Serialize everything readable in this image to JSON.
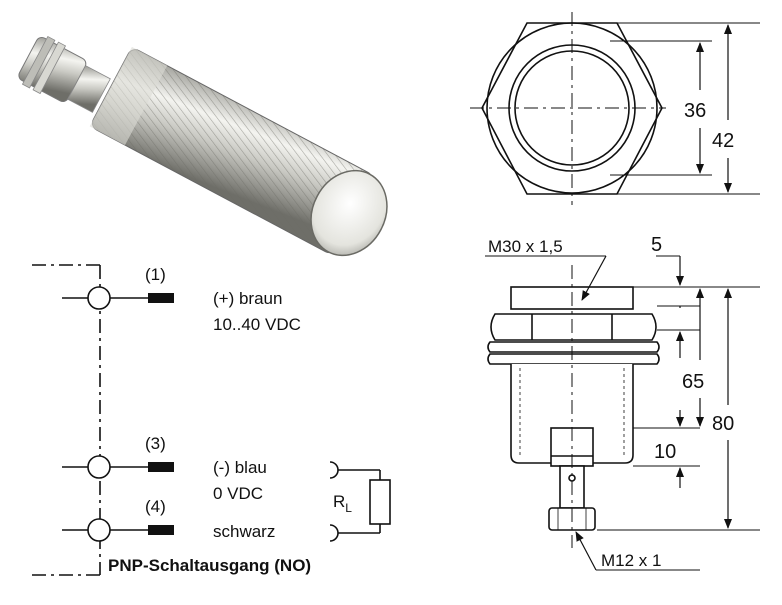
{
  "wiring": {
    "pin1": "(1)",
    "pin3": "(3)",
    "pin4": "(4)",
    "pin1_label": "(+) braun",
    "pin1_voltage": "10..40 VDC",
    "pin3_label": "(-) blau",
    "pin3_voltage": "0 VDC",
    "pin4_label": "schwarz",
    "load_label": "R",
    "load_subscript": "L",
    "output_type": "PNP-Schaltausgang (NO)"
  },
  "top_view": {
    "inner_diameter": "36",
    "outer_diameter": "42"
  },
  "side_view": {
    "thread": "M30 x 1,5",
    "nut_height": "5",
    "thread_length": "65",
    "sensing_offset": "10",
    "total_length": "80",
    "connector": "M12 x 1"
  },
  "colors": {
    "line": "#111111",
    "metal_light": "#f2f2ee",
    "metal_dark": "#8a8a84"
  }
}
